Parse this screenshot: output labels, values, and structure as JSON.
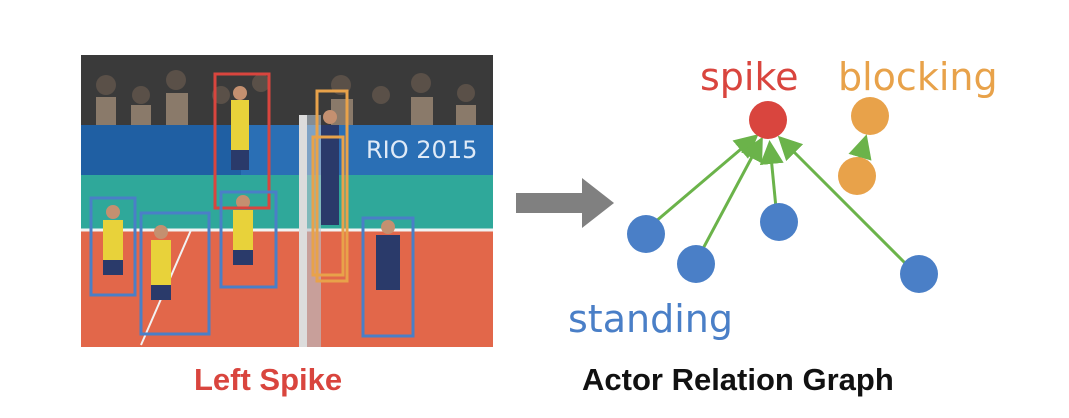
{
  "photo": {
    "banner_text": "RIO 2015",
    "colors": {
      "action": "#d9453e",
      "blocking": "#e8a24a",
      "standing": "#4a7fc7"
    }
  },
  "captions": {
    "left": "Left Spike",
    "right": "Actor Relation Graph",
    "left_color": "#d9453e"
  },
  "graph": {
    "edge_color": "#6bb34a",
    "labels": {
      "spike": "spike",
      "blocking": "blocking",
      "standing": "standing"
    },
    "colors": {
      "spike": "#d9453e",
      "blocking": "#e8a24a",
      "standing": "#4a7fc7"
    }
  },
  "arrow_color": "#808080"
}
